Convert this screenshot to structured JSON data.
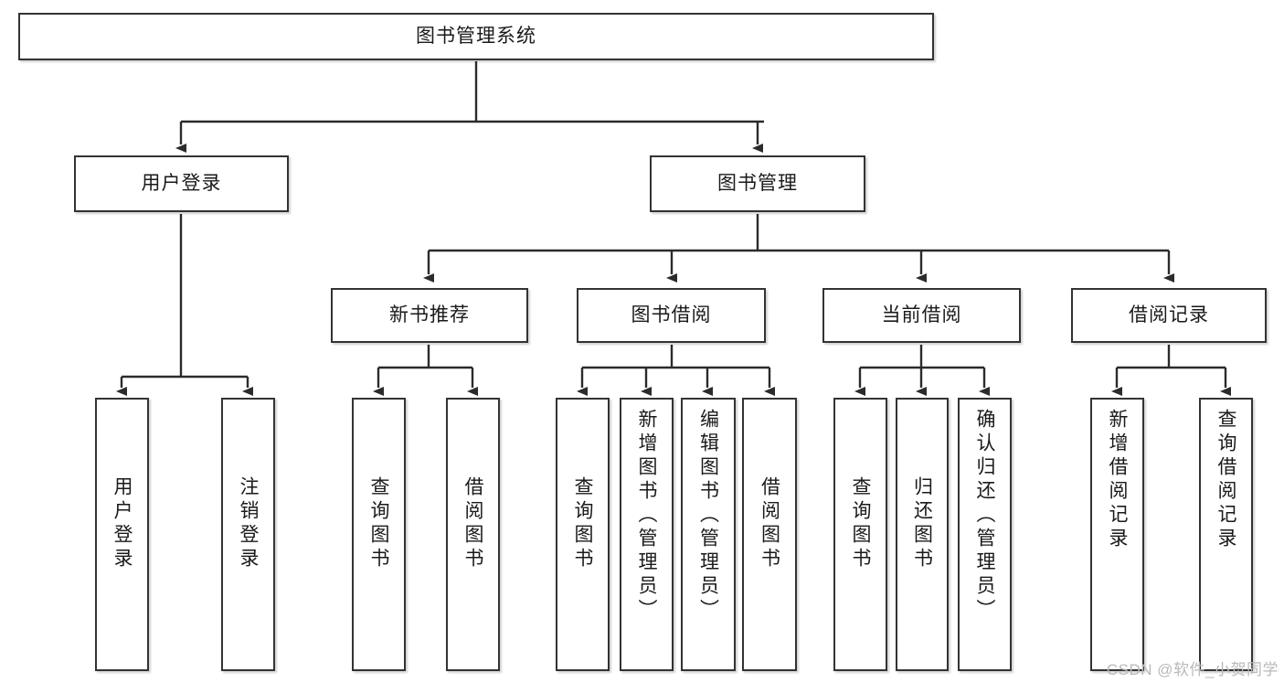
{
  "diagram": {
    "type": "tree",
    "title": "图书管理系统",
    "root": {
      "label": "图书管理系统"
    },
    "level2": [
      {
        "label": "用户登录"
      },
      {
        "label": "图书管理"
      }
    ],
    "level3": [
      {
        "label": "新书推荐"
      },
      {
        "label": "图书借阅"
      },
      {
        "label": "当前借阅"
      },
      {
        "label": "借阅记录"
      }
    ],
    "leaves": {
      "user_login": [
        {
          "label": "用户登录"
        },
        {
          "label": "注销登录"
        }
      ],
      "new_book": [
        {
          "label": "查询图书"
        },
        {
          "label": "借阅图书"
        }
      ],
      "borrow_book": [
        {
          "label": "查询图书"
        },
        {
          "label": "新增图书（管理员）"
        },
        {
          "label": "编辑图书（管理员）"
        },
        {
          "label": "借阅图书"
        }
      ],
      "current_borrow": [
        {
          "label": "查询图书"
        },
        {
          "label": "归还图书"
        },
        {
          "label": "确认归还（管理员）"
        }
      ],
      "borrow_record": [
        {
          "label": "新增借阅记录"
        },
        {
          "label": "查询借阅记录"
        }
      ]
    }
  },
  "watermark": {
    "text": "CSDN @软件_小贺同学"
  },
  "colors": {
    "border": "#333333",
    "background": "#ffffff",
    "text": "#1a1a1a",
    "watermark": "#b9b9b9"
  }
}
